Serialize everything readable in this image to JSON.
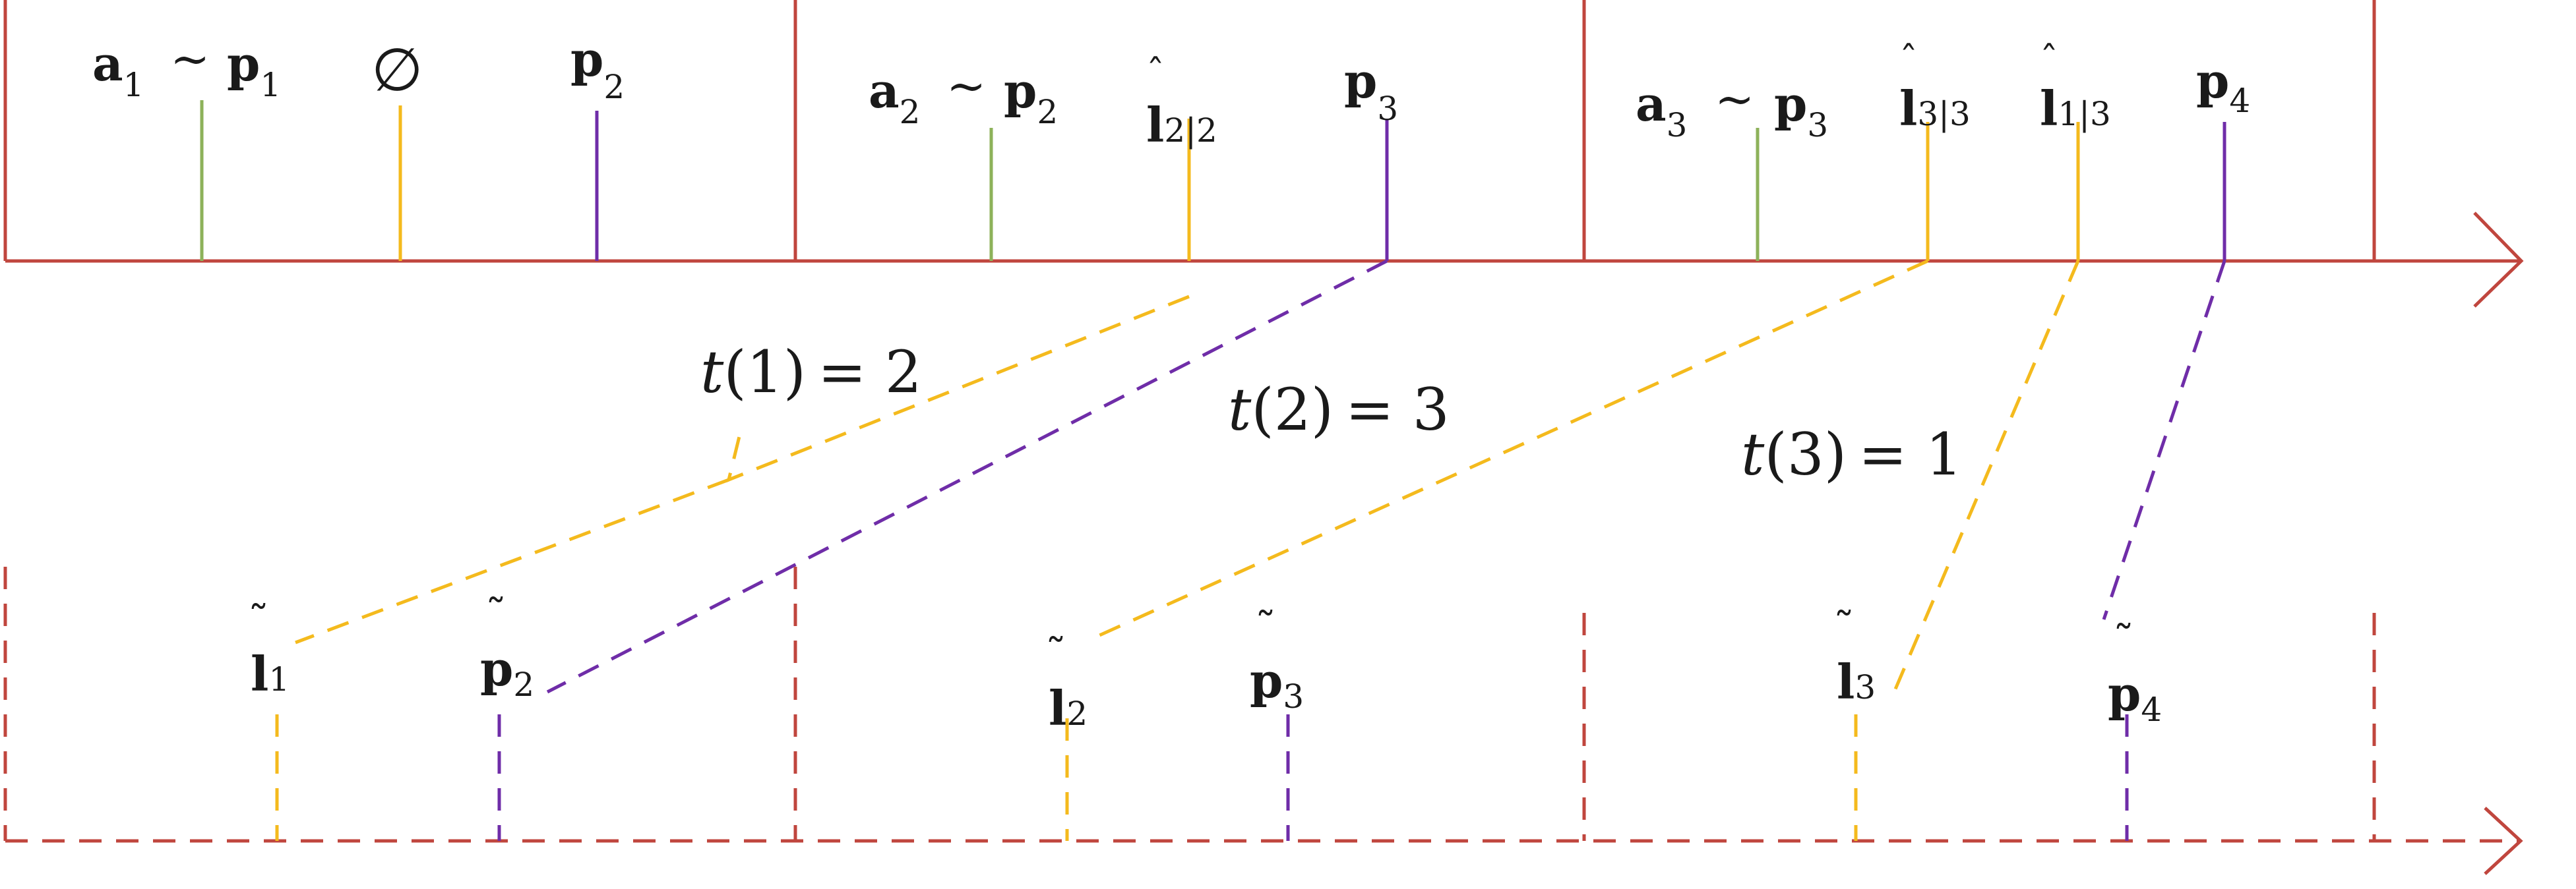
{
  "colors": {
    "axis": "#C0463E",
    "green": "#8DB25A",
    "yellow": "#F4BA1D",
    "purple": "#6F2DA8",
    "text": "#1a1a1a"
  },
  "top_row": {
    "ep1": {
      "a_label": "a",
      "a_sub": "1",
      "tilde": "~",
      "p_label": "p",
      "p_sub": "1",
      "empty_symbol": "∅",
      "p_next": "p",
      "p_next_sub": "2"
    },
    "ep2": {
      "a_label": "a",
      "a_sub": "2",
      "tilde": "~",
      "p_label": "p",
      "p_sub": "2",
      "l_hat": "l",
      "l_hat_sub": "2|2",
      "p_next": "p",
      "p_next_sub": "3"
    },
    "ep3": {
      "a_label": "a",
      "a_sub": "3",
      "tilde": "~",
      "p_label": "p",
      "p_sub": "3",
      "l_hat_a": "l",
      "l_hat_a_sub": "3|3",
      "l_hat_b": "l",
      "l_hat_b_sub": "1|3",
      "p_next": "p",
      "p_next_sub": "4"
    }
  },
  "mappings": [
    {
      "t": "t",
      "arg": "(1)",
      "eq": "= 2"
    },
    {
      "t": "t",
      "arg": "(2)",
      "eq": "= 3"
    },
    {
      "t": "t",
      "arg": "(3)",
      "eq": "= 1"
    }
  ],
  "bottom_row": {
    "l1": {
      "label": "l",
      "sub": "1"
    },
    "p2": {
      "label": "p",
      "sub": "2"
    },
    "l2": {
      "label": "l",
      "sub": "2"
    },
    "p3": {
      "label": "p",
      "sub": "3"
    },
    "l3": {
      "label": "l",
      "sub": "3"
    },
    "p4": {
      "label": "p",
      "sub": "4"
    }
  }
}
